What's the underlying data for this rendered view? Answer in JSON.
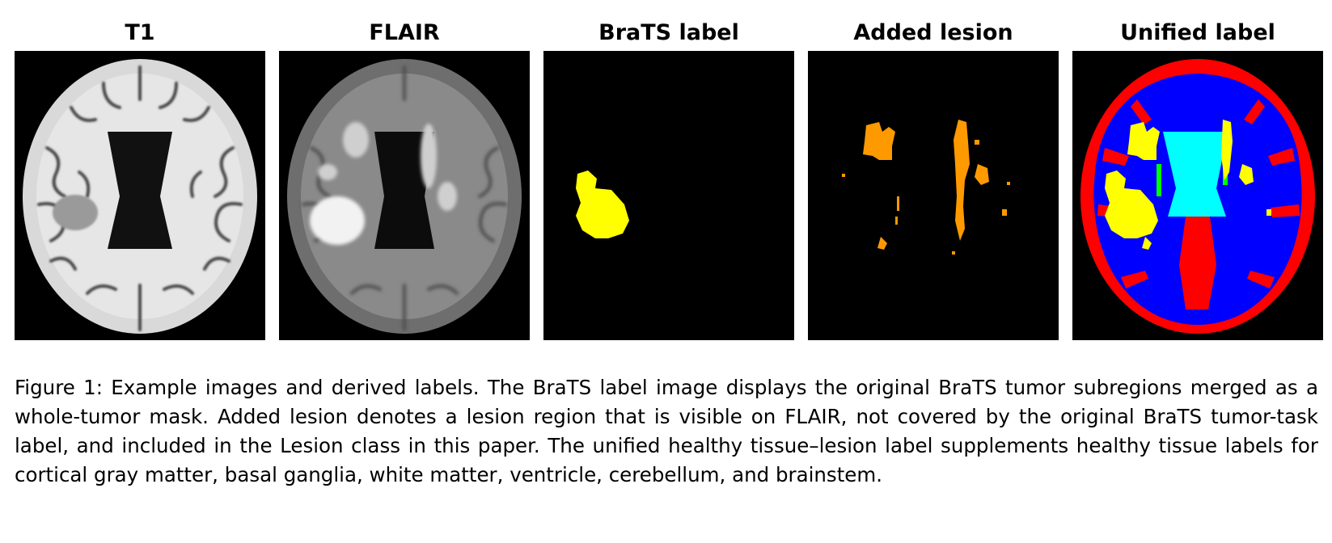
{
  "figure": {
    "panels": [
      {
        "title": "T1"
      },
      {
        "title": "FLAIR"
      },
      {
        "title": "BraTS label"
      },
      {
        "title": "Added lesion"
      },
      {
        "title": "Unified label"
      }
    ],
    "caption": "Figure 1: Example images and derived labels. The BraTS label image displays the original BraTS tumor subregions merged as a whole-tumor mask. Added lesion denotes a lesion region that is visible on FLAIR, not covered by the original BraTS tumor-task label, and included in the Lesion class in this paper. The unified healthy tissue–lesion label supplements healthy tissue labels for cortical gray matter, basal ganglia, white matter, ventricle, cerebellum, and brainstem."
  },
  "colors": {
    "background": "#000000",
    "tumor": "#ffff00",
    "added_lesion": "#ff9900",
    "cortical_gray_matter": "#ff0000",
    "white_matter": "#0000ff",
    "ventricle": "#00ffff",
    "basal_ganglia": "#00ff00"
  }
}
